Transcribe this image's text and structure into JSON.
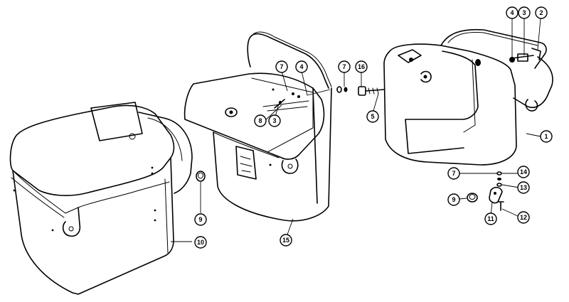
{
  "callouts": [
    {
      "id": "c-4a",
      "text": "4"
    },
    {
      "id": "c-3a",
      "text": "3"
    },
    {
      "id": "c-2",
      "text": "2"
    },
    {
      "id": "c-1",
      "text": "1"
    },
    {
      "id": "c-7a",
      "text": "7"
    },
    {
      "id": "c-4b",
      "text": "4"
    },
    {
      "id": "c-7b",
      "text": "7"
    },
    {
      "id": "c-16",
      "text": "16"
    },
    {
      "id": "c-8",
      "text": "8"
    },
    {
      "id": "c-3b",
      "text": "3"
    },
    {
      "id": "c-5",
      "text": "5"
    },
    {
      "id": "c-7c",
      "text": "7"
    },
    {
      "id": "c-14",
      "text": "14"
    },
    {
      "id": "c-13",
      "text": "13"
    },
    {
      "id": "c-9a",
      "text": "9"
    },
    {
      "id": "c-11",
      "text": "11"
    },
    {
      "id": "c-12",
      "text": "12"
    },
    {
      "id": "c-9b",
      "text": "9"
    },
    {
      "id": "c-10",
      "text": "10"
    },
    {
      "id": "c-15",
      "text": "15"
    }
  ]
}
